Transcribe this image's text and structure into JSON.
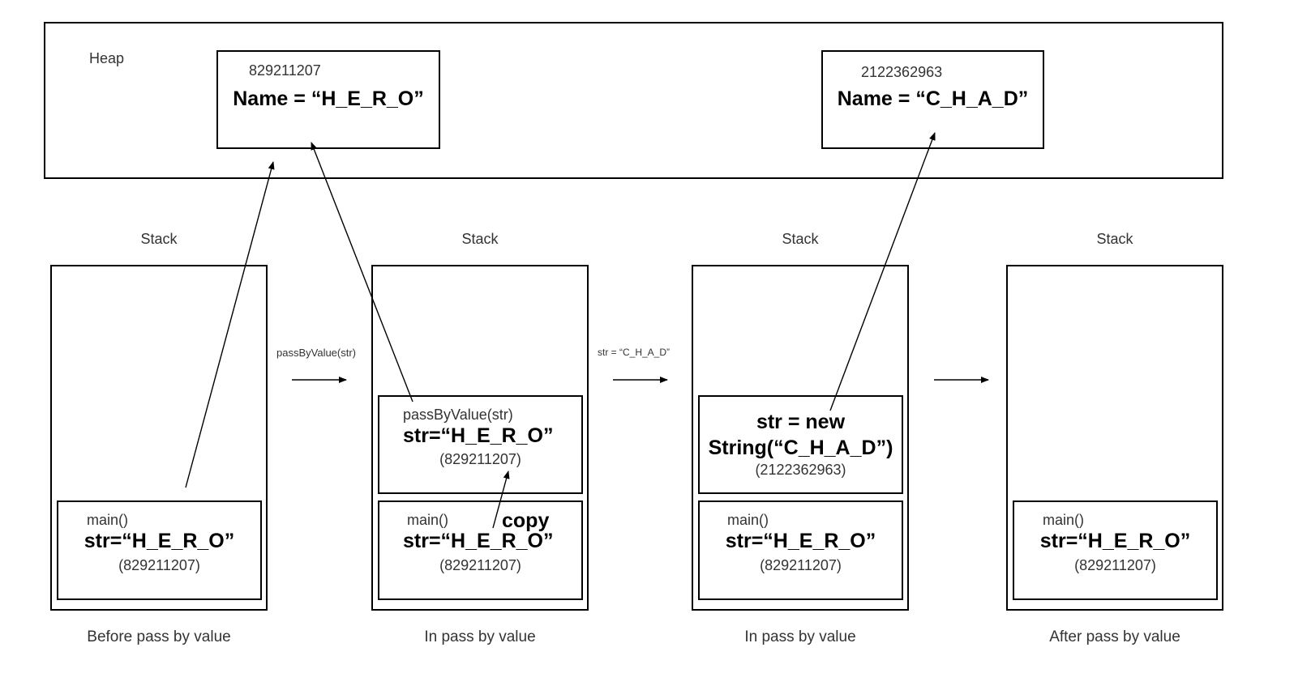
{
  "heap": {
    "label": "Heap",
    "objects": [
      {
        "address": "829211207",
        "content": "Name = “H_E_R_O”"
      },
      {
        "address": "2122362963",
        "content": "Name = “C_H_A_D”"
      }
    ]
  },
  "transitions": [
    "passByValue(str)",
    "str = “C_H_A_D”"
  ],
  "stacks": [
    {
      "title": "Stack",
      "caption": "Before pass by value",
      "main": {
        "name": "main()",
        "value": "str=“H_E_R_O”",
        "address": "(829211207)"
      }
    },
    {
      "title": "Stack",
      "caption": "In pass by value",
      "frame": {
        "name": "passByValue(str)",
        "value": "str=“H_E_R_O”",
        "address": "(829211207)"
      },
      "main": {
        "name": "main()",
        "value": "str=“H_E_R_O”",
        "address": "(829211207)"
      },
      "annotation": "copy"
    },
    {
      "title": "Stack",
      "caption": "In pass by value",
      "frame": {
        "line1": "str = new",
        "line2": "String(“C_H_A_D”)",
        "address": "(2122362963)"
      },
      "main": {
        "name": "main()",
        "value": "str=“H_E_R_O”",
        "address": "(829211207)"
      }
    },
    {
      "title": "Stack",
      "caption": "After pass by value",
      "main": {
        "name": "main()",
        "value": "str=“H_E_R_O”",
        "address": "(829211207)"
      }
    }
  ]
}
